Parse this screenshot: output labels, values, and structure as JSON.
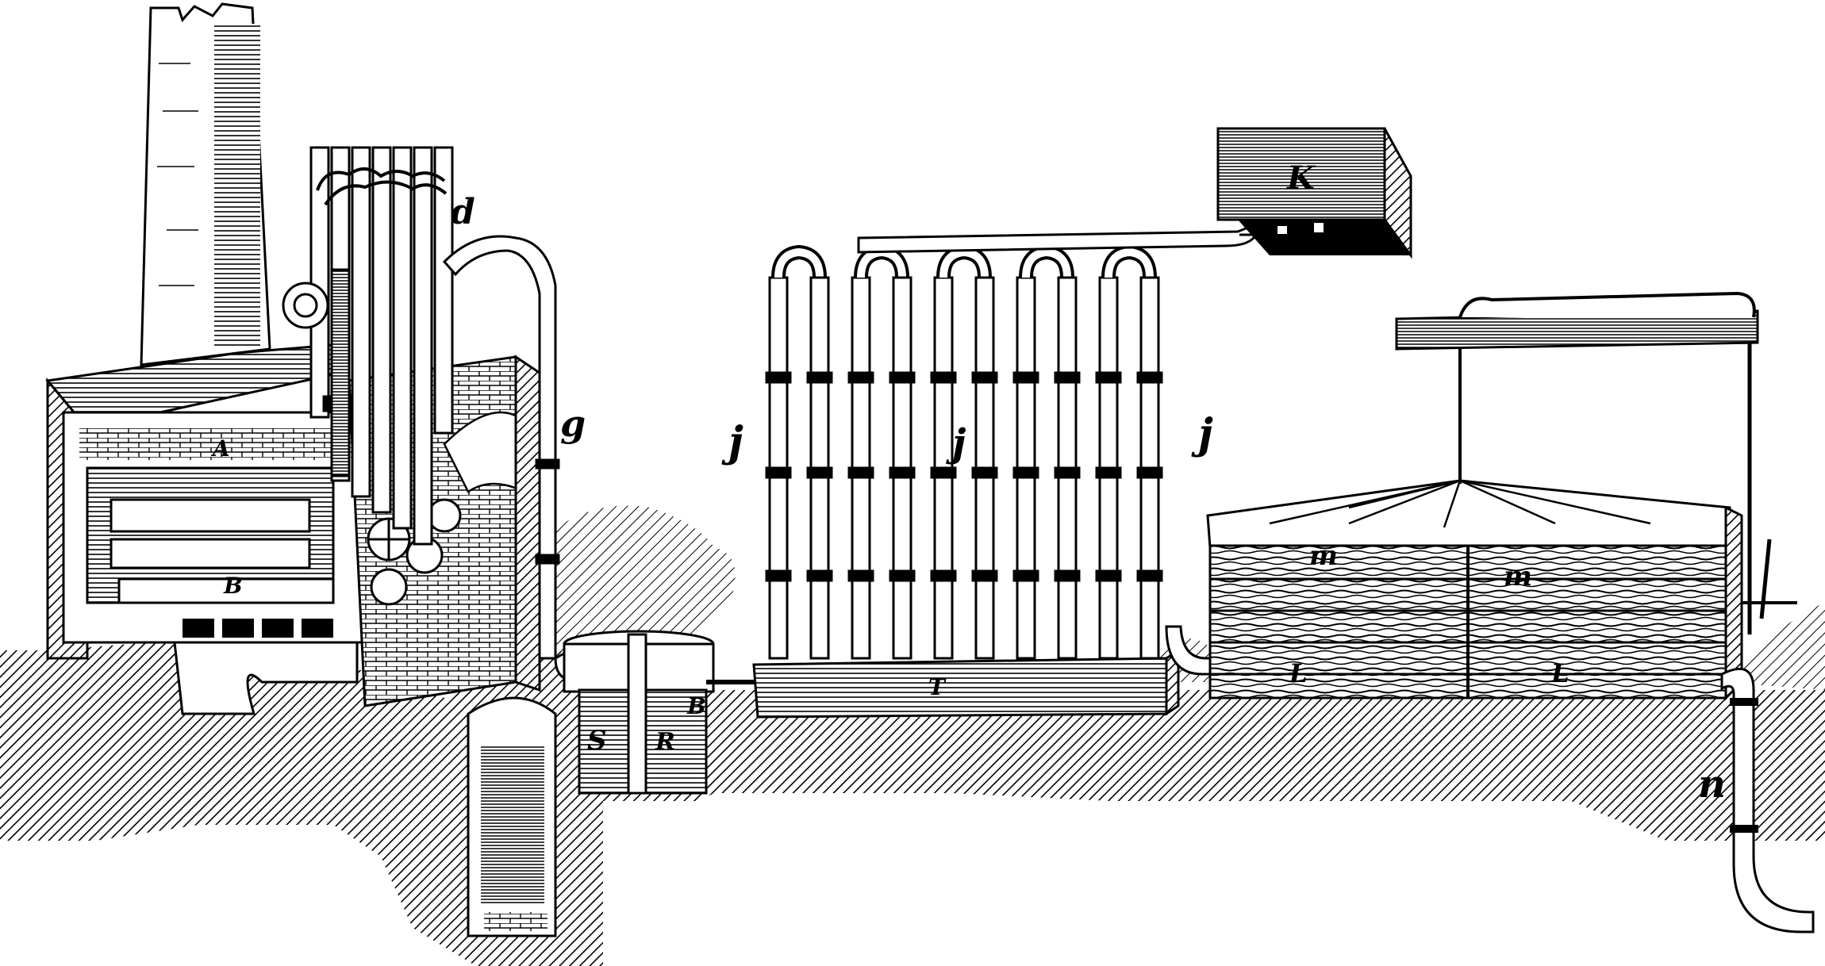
{
  "figure": {
    "labels": {
      "d": "d",
      "g": "g",
      "j_left": "j",
      "j_mid": "j",
      "j_right": "j",
      "k": "K",
      "n": "n",
      "a": "A",
      "b": "B",
      "s": "S",
      "r": "R",
      "b2": "B",
      "t": "T",
      "m1": "m",
      "m2": "m",
      "l1": "L",
      "l2": "L"
    },
    "colors": {
      "ink": "#000000",
      "paper": "#ffffff"
    }
  }
}
